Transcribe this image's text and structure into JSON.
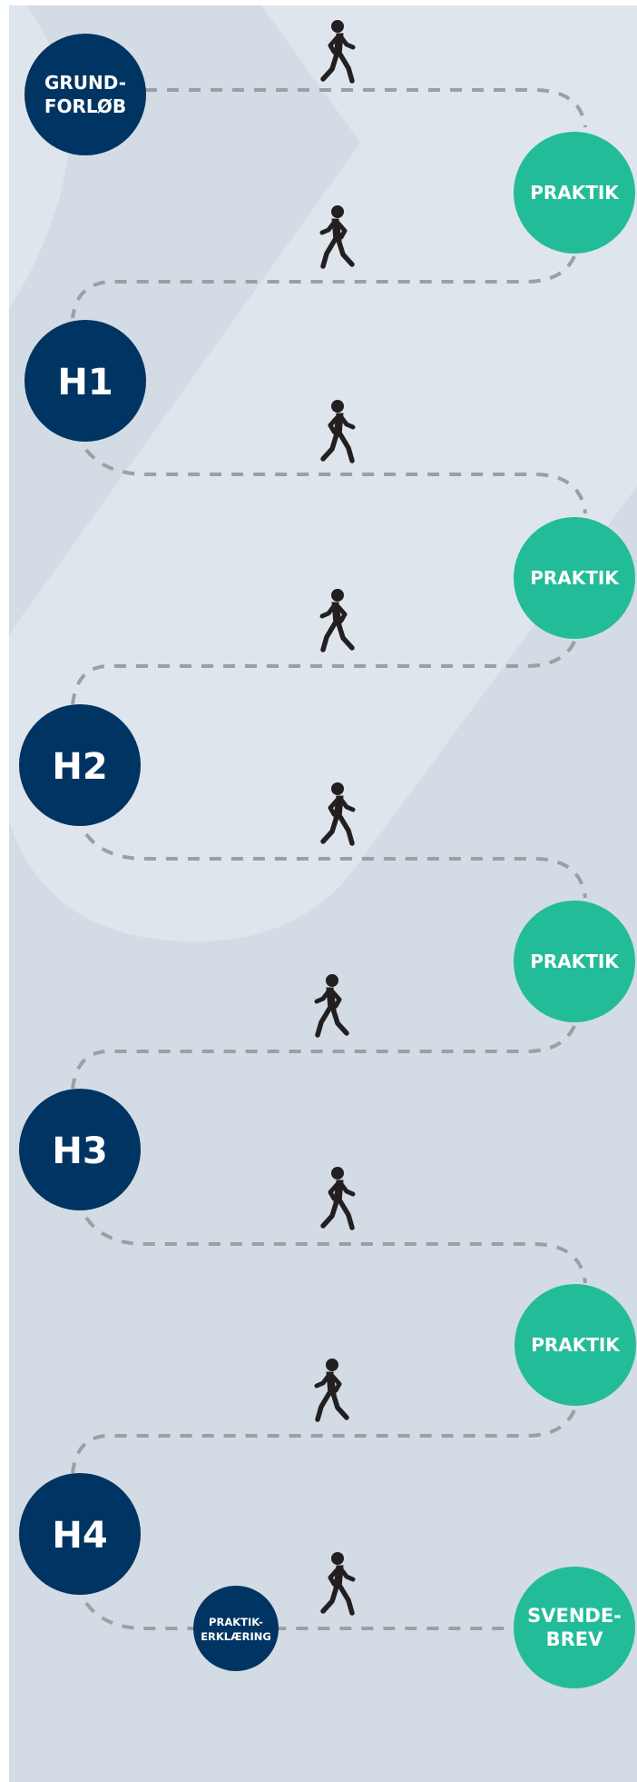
{
  "colors": {
    "background": "#d3dbe4",
    "light_band": "#dfe5ec",
    "school_node": "#003462",
    "praktik_node": "#23bc99",
    "path_dash": "#9c9fa4",
    "walker": "#231f20",
    "node_text": "#ffffff"
  },
  "icons": {
    "walker": "person-walking-icon"
  },
  "nodes": {
    "grundforloeb": {
      "line1": "GRUND-",
      "line2": "FORLØB"
    },
    "praktik_1": {
      "label": "PRAKTIK"
    },
    "h1": {
      "label": "H1"
    },
    "praktik_2": {
      "label": "PRAKTIK"
    },
    "h2": {
      "label": "H2"
    },
    "praktik_3": {
      "label": "PRAKTIK"
    },
    "h3": {
      "label": "H3"
    },
    "praktik_4": {
      "label": "PRAKTIK"
    },
    "h4": {
      "label": "H4"
    },
    "praktikerklaering": {
      "line1": "PRAKTIK-",
      "line2": "ERKLÆRING"
    },
    "svendebrev": {
      "line1": "SVENDE-",
      "line2": "BREV"
    }
  }
}
